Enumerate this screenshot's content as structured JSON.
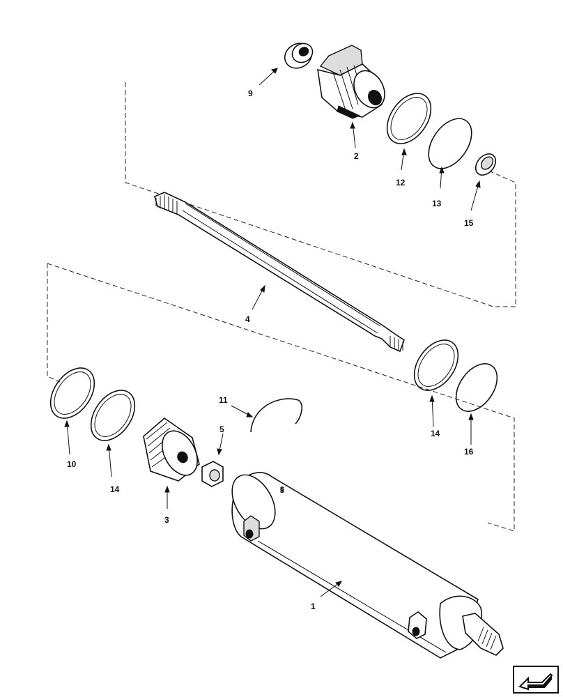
{
  "parts": {
    "p1": "1",
    "p2": "2",
    "p3": "3",
    "p4": "4",
    "p5": "5",
    "p9": "9",
    "p10": "10",
    "p11": "11",
    "p12": "12",
    "p13": "13",
    "p14a": "14",
    "p14b": "14",
    "p15": "15",
    "p16": "16"
  },
  "nav_icon": "next-page-arrow-icon"
}
